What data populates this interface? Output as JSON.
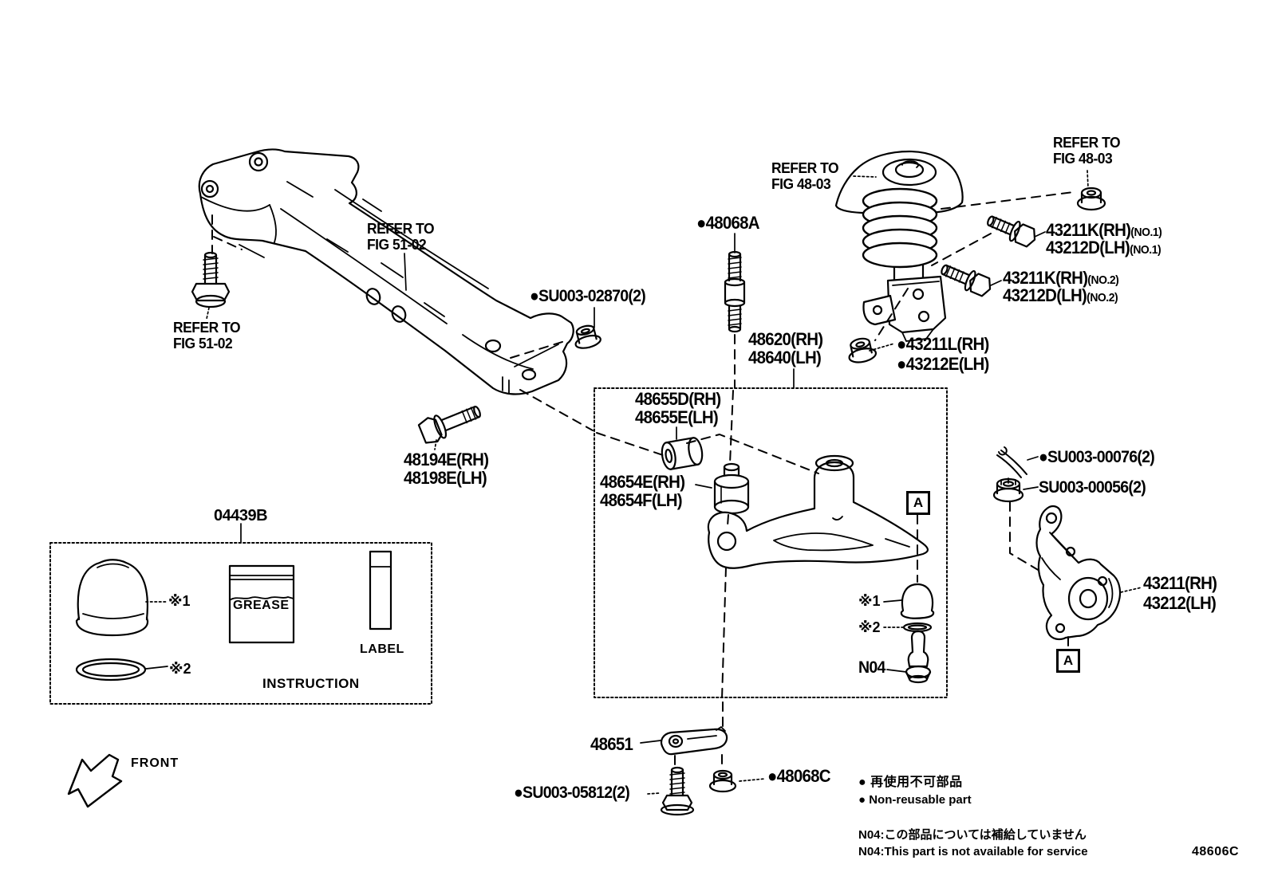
{
  "figure_code": "48606C",
  "refs": {
    "refer_to": "REFER TO",
    "fig_51_02": "FIG 51-02",
    "fig_48_03": "FIG 48-03"
  },
  "parts": {
    "su003_02870": "●SU003-02870(2)",
    "p48068a": "●48068A",
    "p43211k": "43211K(RH)",
    "p43212d": "43212D(LH)",
    "no1": "(NO.1)",
    "no2": "(NO.2)",
    "p48620": "48620(RH)",
    "p48640": "48640(LH)",
    "p43211l": "●43211L(RH)",
    "p43212e": "●43212E(LH)",
    "p48655d": "48655D(RH)",
    "p48655e": "48655E(LH)",
    "p48654e": "48654E(RH)",
    "p48654f": "48654F(LH)",
    "p48194e": "48194E(RH)",
    "p48198e": "48198E(LH)",
    "su003_00076": "●SU003-00076(2)",
    "su003_00056": "SU003-00056(2)",
    "p43211": "43211(RH)",
    "p43212": "43212(LH)",
    "p48651": "48651",
    "su003_05812": "●SU003-05812(2)",
    "p48068c": "●48068C"
  },
  "kit": {
    "number": "04439B",
    "grease": "GREASE",
    "label": "LABEL",
    "instruction": "INSTRUCTION"
  },
  "markers": {
    "a": "A",
    "x1": "※1",
    "x2": "※2",
    "n04": "N04"
  },
  "legend": {
    "nonreusable_jp": "● 再使用不可部品",
    "nonreusable_en": "● Non-reusable part",
    "note_jp": "N04:この部品については補給していません",
    "note_en": "N04:This part is not available for service"
  },
  "direction_front": "FRONT",
  "colors": {
    "ink": "#000000",
    "paper": "#ffffff"
  }
}
